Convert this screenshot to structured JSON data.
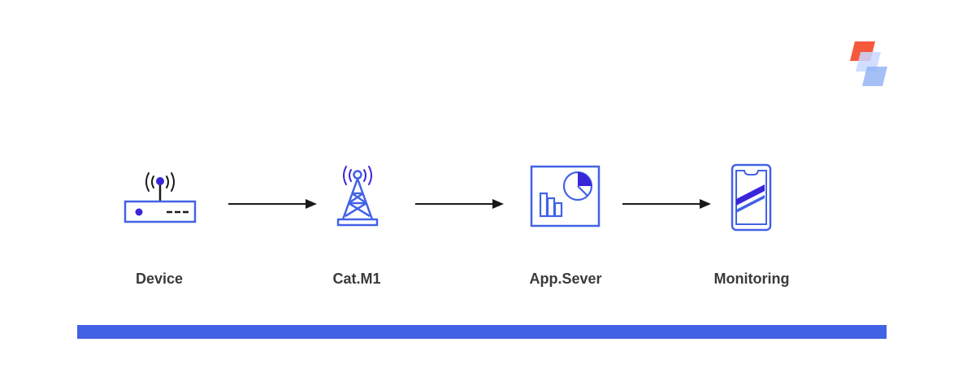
{
  "colors": {
    "accent": "#4262e6",
    "accent_dark": "#3a26d9",
    "arrow": "#1a1a1a",
    "label": "#3a3a3a",
    "logo_red": "#f4593c",
    "logo_blue_light": "#c9d8ff",
    "logo_blue": "#8fb0f5"
  },
  "nodes": [
    {
      "label": "Device",
      "icon": "router-icon"
    },
    {
      "label": "Cat.M1",
      "icon": "cell-tower-icon"
    },
    {
      "label": "App.Sever",
      "icon": "dashboard-icon"
    },
    {
      "label": "Monitoring",
      "icon": "smartphone-icon"
    }
  ]
}
